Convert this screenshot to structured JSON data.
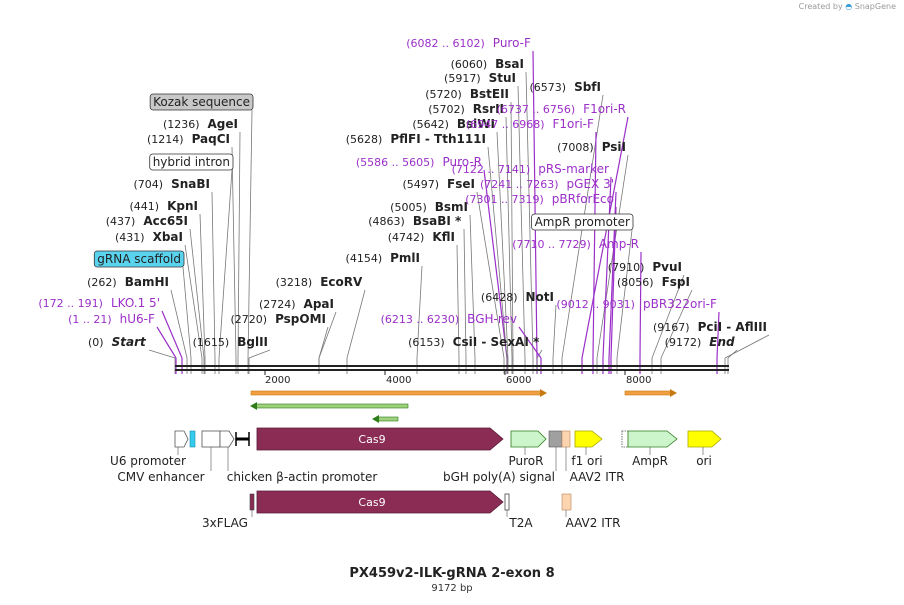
{
  "credit": "Created by",
  "brand": "SnapGene",
  "title": "PX459v2-ILK-gRNA 2-exon 8",
  "subtitle": "9172 bp",
  "scale_labels": [
    "2000",
    "4000",
    "6000",
    "8000"
  ],
  "sites": [
    {
      "pos": "(0)",
      "name": "Start",
      "italic": true
    },
    {
      "pos": "(1 .. 21)",
      "name": "hU6-F",
      "primer": true
    },
    {
      "pos": "(172 .. 191)",
      "name": "LKO.1 5'",
      "primer": true
    },
    {
      "pos": "(262)",
      "name": "BamHI"
    },
    {
      "pos": "",
      "name": "gRNA scaffold",
      "box": "cyan"
    },
    {
      "pos": "(431)",
      "name": "XbaI"
    },
    {
      "pos": "(437)",
      "name": "Acc65I"
    },
    {
      "pos": "(441)",
      "name": "KpnI"
    },
    {
      "pos": "(704)",
      "name": "SnaBI"
    },
    {
      "pos": "",
      "name": "hybrid intron",
      "box": "white"
    },
    {
      "pos": "(1214)",
      "name": "PaqCI"
    },
    {
      "pos": "(1236)",
      "name": "AgeI"
    },
    {
      "pos": "",
      "name": "Kozak sequence",
      "box": "gray"
    },
    {
      "pos": "(1615)",
      "name": "BglII"
    },
    {
      "pos": "(2720)",
      "name": "PspOMI"
    },
    {
      "pos": "(2724)",
      "name": "ApaI"
    },
    {
      "pos": "(3218)",
      "name": "EcoRV"
    },
    {
      "pos": "(4154)",
      "name": "PmlI"
    },
    {
      "pos": "(4742)",
      "name": "KflI"
    },
    {
      "pos": "(4863)",
      "name": "BsaBI *"
    },
    {
      "pos": "(5005)",
      "name": "BsmI"
    },
    {
      "pos": "(5497)",
      "name": "FseI"
    },
    {
      "pos": "(5586 .. 5605)",
      "name": "Puro-R",
      "primer": true
    },
    {
      "pos": "(5628)",
      "name": "PflFI  -  Tth111I"
    },
    {
      "pos": "(5642)",
      "name": "BsiWI"
    },
    {
      "pos": "(5702)",
      "name": "RsrII"
    },
    {
      "pos": "(5720)",
      "name": "BstEII"
    },
    {
      "pos": "(5917)",
      "name": "StuI"
    },
    {
      "pos": "(6060)",
      "name": "BsaI"
    },
    {
      "pos": "(6082 .. 6102)",
      "name": "Puro-F",
      "primer": true
    },
    {
      "pos": "(6153)",
      "name": "CsiI  -  SexAI *"
    },
    {
      "pos": "(6213 .. 6230)",
      "name": "BGH-rev",
      "primer": true
    },
    {
      "pos": "(6428)",
      "name": "NotI"
    },
    {
      "pos": "(6573)",
      "name": "SbfI"
    },
    {
      "pos": "(6737 .. 6756)",
      "name": "F1ori-R",
      "primer": true
    },
    {
      "pos": "(6947 .. 6968)",
      "name": "F1ori-F",
      "primer": true
    },
    {
      "pos": "(7008)",
      "name": "PsiI"
    },
    {
      "pos": "(7122 .. 7141)",
      "name": "pRS-marker",
      "primer": true
    },
    {
      "pos": "(7241 .. 7263)",
      "name": "pGEX 3'",
      "primer": true
    },
    {
      "pos": "(7301 .. 7319)",
      "name": "pBRforEco",
      "primer": true
    },
    {
      "pos": "",
      "name": "AmpR promoter",
      "box": "white"
    },
    {
      "pos": "(7710 .. 7729)",
      "name": "Amp-R",
      "primer": true
    },
    {
      "pos": "(7910)",
      "name": "PvuI"
    },
    {
      "pos": "(8056)",
      "name": "FspI"
    },
    {
      "pos": "(9012 .. 9031)",
      "name": "pBR322ori-F",
      "primer": true
    },
    {
      "pos": "(9167)",
      "name": "PciI  -  AflIII"
    },
    {
      "pos": "(9172)",
      "name": "End",
      "italic": true
    }
  ],
  "features": {
    "cas9": "Cas9",
    "labels": [
      "U6 promoter",
      "CMV enhancer",
      "chicken β-actin promoter",
      "PuroR",
      "bGH poly(A) signal",
      "f1 ori",
      "AAV2 ITR",
      "AmpR",
      "ori"
    ],
    "labels2": [
      "3xFLAG",
      "T2A",
      "AAV2 ITR"
    ]
  },
  "colors": {
    "primer": "#9b30c8",
    "cas9": "#8b2c55",
    "yellow": "#ffff00",
    "green_light": "#ccf5cc",
    "gRNA": "#33ccee",
    "orange": "#f0a040",
    "dark_green": "#2e7d1a"
  }
}
